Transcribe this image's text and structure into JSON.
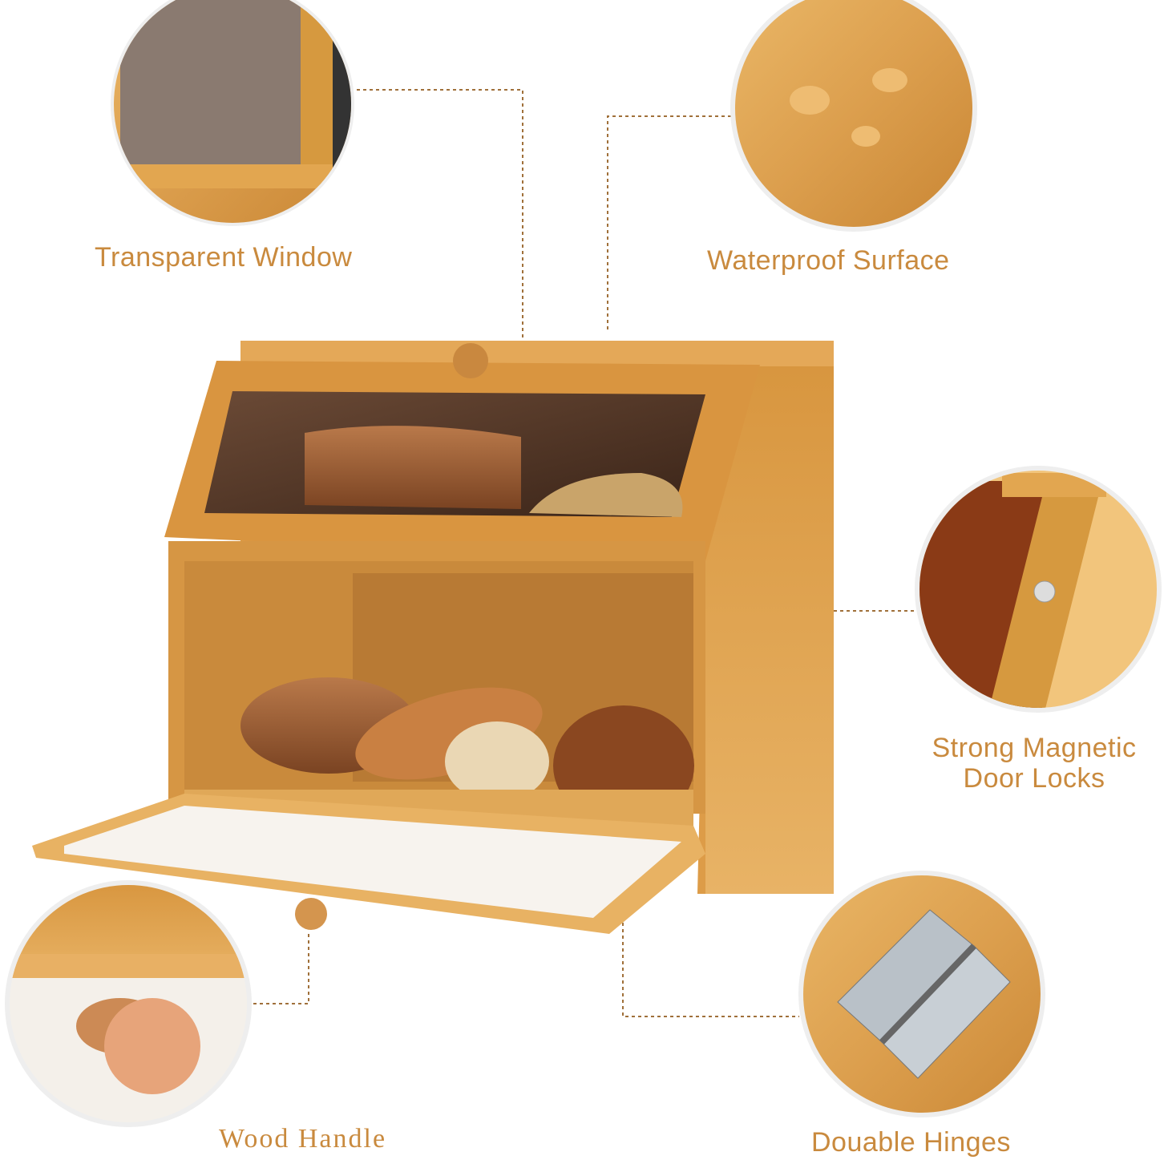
{
  "features": [
    {
      "id": "transparent-window",
      "label": "Transparent Window"
    },
    {
      "id": "waterproof-surface",
      "label": "Waterproof Surface"
    },
    {
      "id": "magnetic-locks",
      "label_line1": "Strong Magnetic",
      "label_line2": "Door Locks"
    },
    {
      "id": "wood-handle",
      "label": "Wood Handle"
    },
    {
      "id": "hinges",
      "label": "Douable Hinges"
    }
  ],
  "colors": {
    "label_text": "#c98a3e",
    "bamboo": "#e0a552",
    "bamboo_dark": "#c47f2f",
    "leader_line": "#a0703a"
  }
}
